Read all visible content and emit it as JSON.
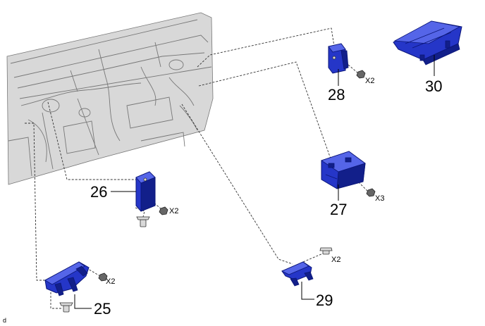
{
  "labels": {
    "p25": "25",
    "p26": "26",
    "p27": "27",
    "p28": "28",
    "p29": "29",
    "p30": "30"
  },
  "quantities": {
    "q25": "X2",
    "q26": "X2",
    "q27": "X3",
    "q28": "X2",
    "q29": "X2"
  },
  "corner_ref": "d",
  "colors": {
    "part_blue": "#2536c8",
    "part_dark": "#0b1677",
    "engine_grey": "#d8d8d8"
  }
}
